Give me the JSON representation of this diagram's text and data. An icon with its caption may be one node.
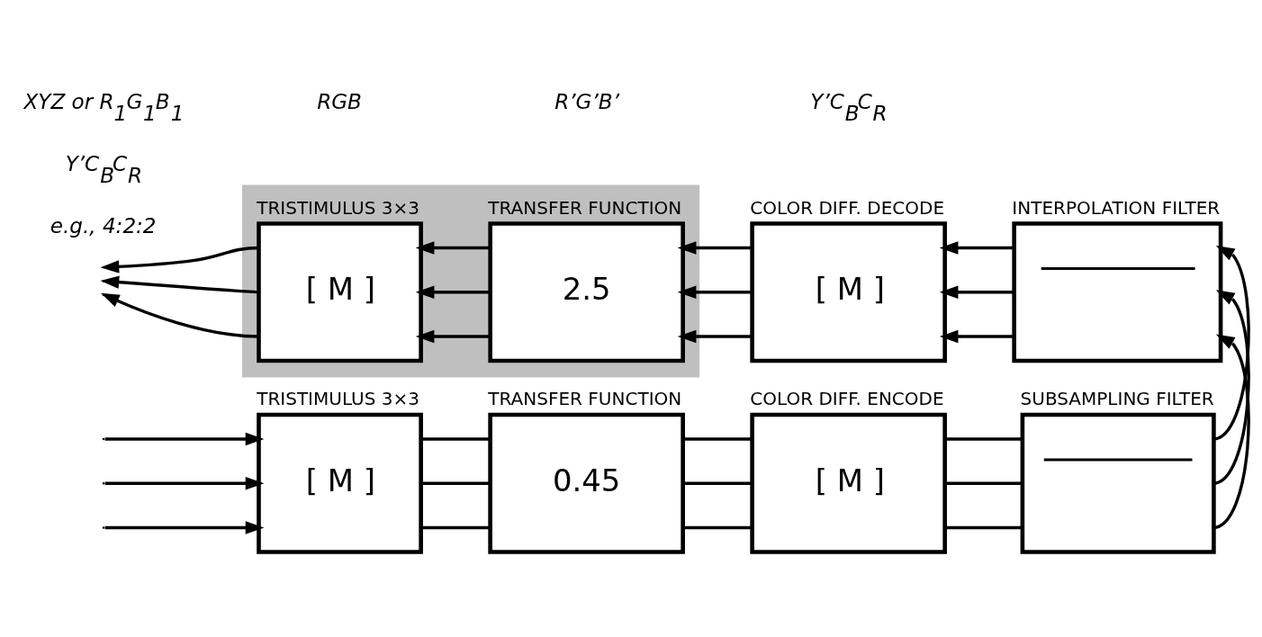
{
  "diagram": {
    "nodes": [
      {
        "text": [
          "TRISTIMULUS 3×3",
          "[ M ]"
        ]
      },
      {
        "text": [
          "TRANSFER FUNCTION",
          "0.45"
        ]
      },
      {
        "text": [
          "COLOR DIFF. ENCODE",
          "[ M ]"
        ]
      },
      {
        "text": [
          "SUBSAMPLING FILTER"
        ]
      },
      {
        "text": [],
        "shape": "box"
      },
      {
        "text": [
          "TRISTIMULUS 3×3",
          "[ M ]"
        ],
        "in": 4
      },
      {
        "text": [
          "TRANSFER FUNCTION",
          "2.5"
        ],
        "in": 4
      },
      {
        "text": [
          "COLOR DIFF. DECODE",
          "[ M ]"
        ]
      },
      {
        "text": [
          "INTERPOLATION FILTER"
        ]
      }
    ],
    "edges": [
      {
        "from": null,
        "to": 0,
        "arrow": "to"
      },
      {
        "from": null,
        "to": 0,
        "arrow": "to"
      },
      {
        "from": null,
        "to": 0,
        "arrow": "to"
      },
      {
        "from": 0,
        "to": 1,
        "arrow": "none"
      },
      {
        "from": 0,
        "to": 1,
        "arrow": "none"
      },
      {
        "from": 0,
        "to": 1,
        "arrow": "none"
      },
      {
        "from": 1,
        "to": 2,
        "arrow": "none"
      },
      {
        "from": 1,
        "to": 2,
        "arrow": "none"
      },
      {
        "from": 1,
        "to": 2,
        "arrow": "none"
      },
      {
        "from": 2,
        "to": 3,
        "arrow": "none"
      },
      {
        "from": 2,
        "to": 3,
        "arrow": "none"
      },
      {
        "from": 2,
        "to": 3,
        "arrow": "none"
      },
      {
        "from": 3,
        "to": 8,
        "arrow": "to"
      },
      {
        "from": 3,
        "to": 8,
        "arrow": "to"
      },
      {
        "from": 3,
        "to": 8,
        "arrow": "to"
      },
      {
        "from": 8,
        "to": 7,
        "arrow": "to"
      },
      {
        "from": 8,
        "to": 7,
        "arrow": "to"
      },
      {
        "from": 8,
        "to": 7,
        "arrow": "to"
      },
      {
        "from": 7,
        "to": 6,
        "arrow": "to"
      },
      {
        "from": 7,
        "to": 6,
        "arrow": "to"
      },
      {
        "from": 7,
        "to": 6,
        "arrow": "to"
      },
      {
        "from": 6,
        "to": 5,
        "arrow": "to"
      },
      {
        "from": 6,
        "to": 5,
        "arrow": "to"
      },
      {
        "from": 6,
        "to": 5,
        "arrow": "to"
      },
      {
        "from": 5,
        "to": null,
        "arrow": "to"
      },
      {
        "from": 5,
        "to": null,
        "arrow": "to"
      },
      {
        "from": 5,
        "to": null,
        "arrow": "to"
      }
    ],
    "labels": [
      "Y’C$_{B}$C$_{R}$",
      "e.g., 4:2:2",
      "XYZ or R$_{1}$G$_{1}$B$_{1}$",
      "RGB",
      "R’G’B’",
      "Y’C$_{B}$C$_{R}$"
    ]
  }
}
